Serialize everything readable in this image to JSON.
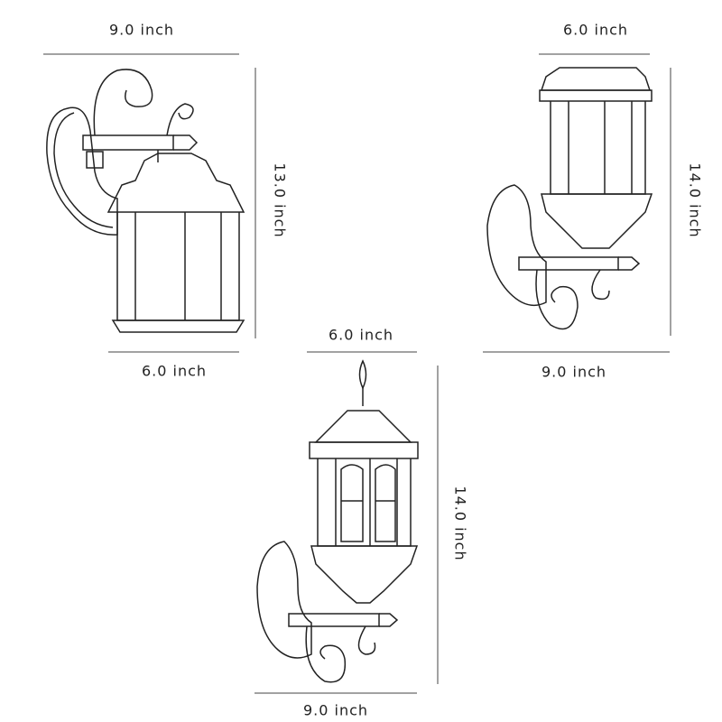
{
  "lamp_a": {
    "top_width": "9.0 inch",
    "height": "13.0 inch",
    "bottom_width": "6.0 inch"
  },
  "lamp_b": {
    "top_width": "6.0 inch",
    "height": "14.0 inch",
    "bottom_width": "9.0 inch"
  },
  "lamp_c": {
    "top_width": "6.0 inch",
    "height": "14.0 inch",
    "bottom_width": "9.0 inch"
  },
  "colors": {
    "line": "#222222",
    "dim_line": "#444444"
  }
}
